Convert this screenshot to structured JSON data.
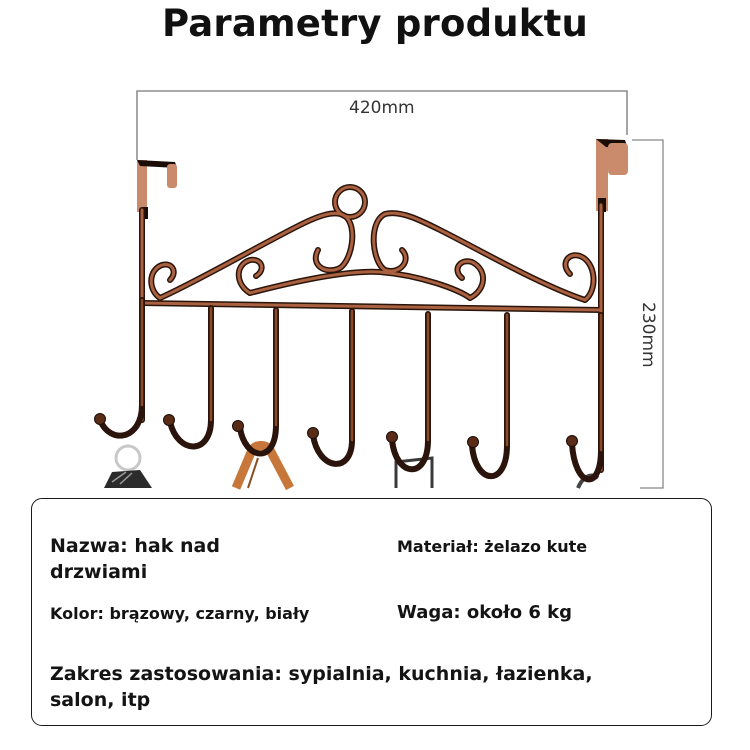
{
  "page": {
    "title": "Parametry produktu"
  },
  "dimensions": {
    "width_label": "420mm",
    "height_label": "230mm"
  },
  "product": {
    "image_alt": "Bronze wrought-iron over-door hook rack with 7 hooks, decorative scroll top, holding keys, a bag strap and a handle",
    "hook_count": 7,
    "colors": {
      "metal": "#7a3e22",
      "metal_dark": "#2a140c",
      "metal_highlight": "#c98a6a",
      "door_clip": "#c98b6c",
      "bag_strap": "#c8773a",
      "key": "#2b2b2b",
      "key_ring": "#c8c8c8"
    }
  },
  "specs": {
    "name": "Nazwa: hak nad drzwiami",
    "material": "Materiał: żelazo kute",
    "color": "Kolor: brązowy, czarny, biały",
    "weight": "Waga: około 6 kg",
    "usage": "Zakres zastosowania: sypialnia, kuchnia, łazienka, salon, itp"
  }
}
